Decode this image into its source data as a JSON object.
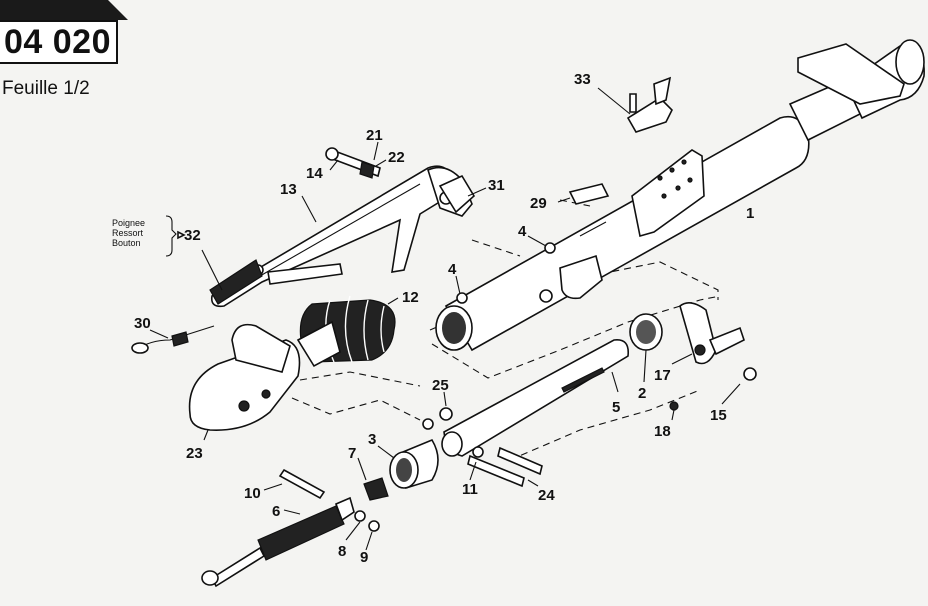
{
  "header": {
    "reference": "04 020",
    "sheet": "Feuille 1/2"
  },
  "callout_32": {
    "lines": [
      "Poignee",
      "Ressort",
      "Bouton"
    ]
  },
  "part_labels": {
    "p1": "1",
    "p2": "2",
    "p3": "3",
    "p4a": "4",
    "p4b": "4",
    "p5": "5",
    "p6": "6",
    "p7": "7",
    "p8": "8",
    "p9": "9",
    "p10": "10",
    "p11": "11",
    "p12": "12",
    "p13": "13",
    "p14": "14",
    "p15": "15",
    "p17": "17",
    "p18": "18",
    "p21": "21",
    "p22": "22",
    "p23": "23",
    "p24": "24",
    "p25": "25",
    "p29": "29",
    "p30": "30",
    "p31": "31",
    "p32": "32",
    "p33": "33"
  }
}
